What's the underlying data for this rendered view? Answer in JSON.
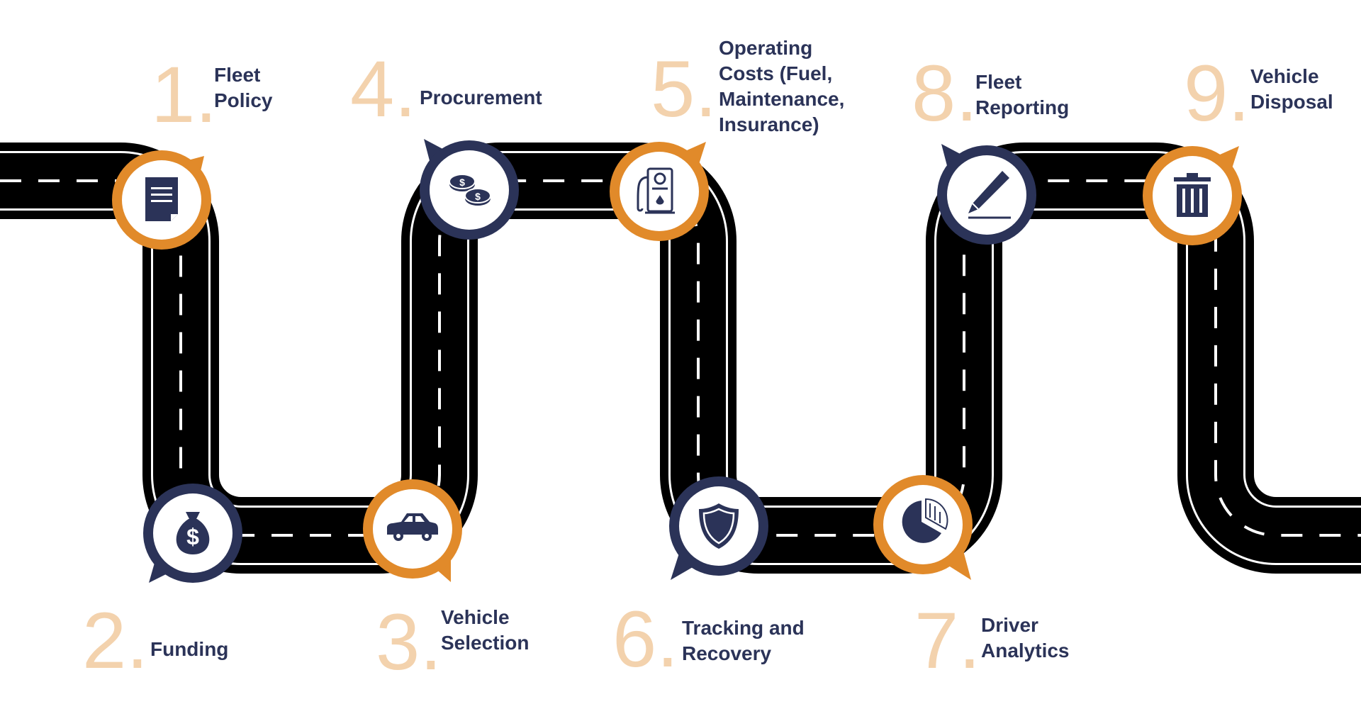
{
  "colors": {
    "road": "#000000",
    "road_line": "#ffffff",
    "navy": "#2b3358",
    "orange": "#e18a2a",
    "number": "#f3d2ad",
    "label": "#2b3358",
    "background": "#ffffff"
  },
  "steps": [
    {
      "number": "1.",
      "label": "Fleet\nPolicy",
      "icon": "document-icon",
      "color": "orange"
    },
    {
      "number": "2.",
      "label": "Funding",
      "icon": "money-bag-icon",
      "color": "navy"
    },
    {
      "number": "3.",
      "label": "Vehicle\nSelection",
      "icon": "car-icon",
      "color": "orange"
    },
    {
      "number": "4.",
      "label": "Procurement",
      "icon": "coins-icon",
      "color": "navy"
    },
    {
      "number": "5.",
      "label": "Operating\nCosts (Fuel,\nMaintenance,\nInsurance)",
      "icon": "fuel-pump-icon",
      "color": "orange"
    },
    {
      "number": "6.",
      "label": "Tracking and\nRecovery",
      "icon": "shield-icon",
      "color": "navy"
    },
    {
      "number": "7.",
      "label": "Driver\nAnalytics",
      "icon": "pie-chart-icon",
      "color": "orange"
    },
    {
      "number": "8.",
      "label": "Fleet\nReporting",
      "icon": "pen-icon",
      "color": "navy"
    },
    {
      "number": "9.",
      "label": "Vehicle\nDisposal",
      "icon": "trash-icon",
      "color": "orange"
    }
  ]
}
